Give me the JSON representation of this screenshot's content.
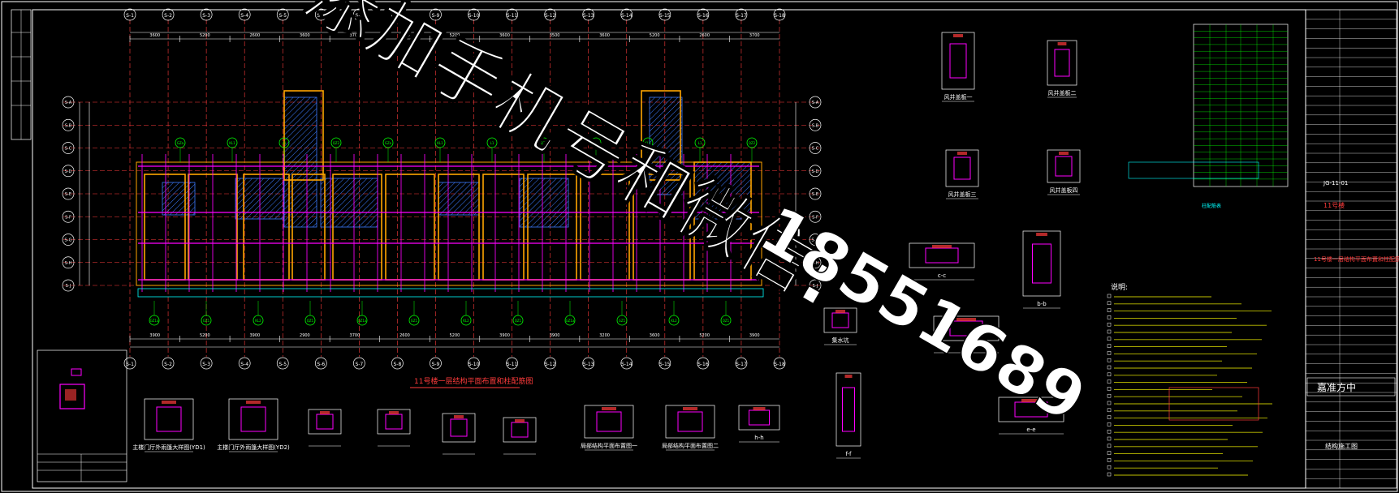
{
  "drawing": {
    "main_plan_title": "11号楼一层结构平面布置和柱配筋图",
    "col_labels": [
      "S-1",
      "S-2",
      "S-3",
      "S-4",
      "S-5",
      "S-6",
      "S-7",
      "S-8",
      "S-9",
      "S-10",
      "S-11",
      "S-12",
      "S-13",
      "S-14",
      "S-15",
      "S-16",
      "S-17",
      "S-18"
    ],
    "row_labels": [
      "S-A",
      "S-B",
      "S-C",
      "S-D",
      "S-E",
      "S-F",
      "S-G",
      "S-H",
      "S-J"
    ],
    "top_dims": [
      "3600",
      "5200",
      "2600",
      "3600",
      "3700",
      "2600",
      "5200",
      "3600",
      "3500",
      "3600",
      "5200",
      "2600",
      "3700"
    ],
    "bottom_dims": [
      "3900",
      "5200",
      "3900",
      "2900",
      "3700",
      "2600",
      "5200",
      "3900",
      "3900",
      "3200",
      "3600",
      "5200",
      "3900"
    ],
    "detail_captions": [
      "风井盖板一",
      "风井盖板二",
      "风井盖板三",
      "风井盖板四",
      "b-b",
      "c-c",
      "d-d",
      "e-e",
      "f-f",
      "h-h",
      "集水坑",
      "局部结构平面布置图一",
      "局部结构平面布置图二",
      "主楼门厅外雨篷大样图(YD1)",
      "主楼门厅外雨篷大样图(YD2)"
    ],
    "tags": [
      "GZ1a",
      "GZa",
      "GZ1",
      "KL1",
      "KL2",
      "L1",
      "QZ1",
      "QZ2"
    ],
    "notes_title": "说明:",
    "title_block": {
      "company": "嘉准方中",
      "drawing_no": "JG-11-01",
      "project": "11号楼",
      "sheet": "结构施工图"
    },
    "watermark": [
      "添加手机号和微信:",
      "18551689"
    ]
  },
  "colors": {
    "background": "#000000",
    "axis": "#ff3b3b",
    "wall": "#ffa500",
    "beam": "#ff00ff",
    "slab_hatch": "#3b7bff",
    "dim": "#ffffff",
    "label": "#00ff00",
    "cyan": "#00ffff",
    "yellow": "#ffff00"
  }
}
